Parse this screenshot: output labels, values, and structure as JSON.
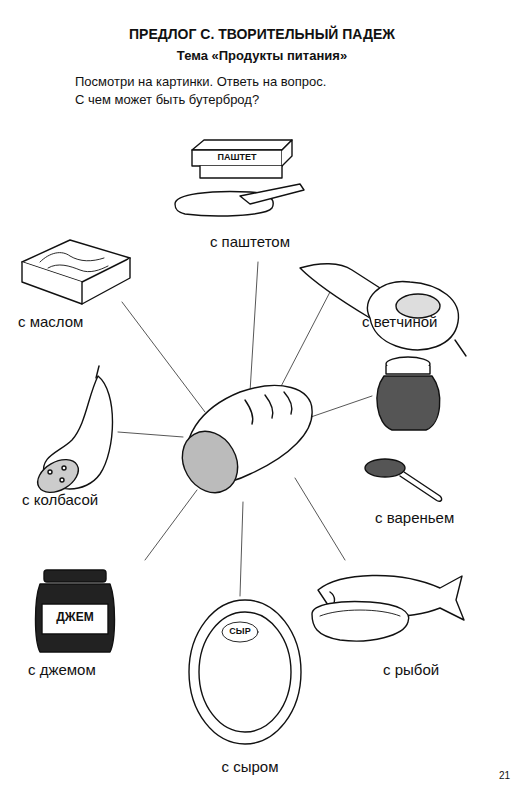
{
  "diagram": {
    "title": "ПРЕДЛОГ С. ТВОРИТЕЛЬНЫЙ ПАДЕЖ",
    "labels": [
      "Тема «Продукты питания»",
      "Посмотри на картинки. Ответь на вопрос.",
      "С чем может быть бутерброд?",
      "ПАШТЕТ",
      "с паштетом",
      "с маслом",
      "с ветчиной",
      "с колбасой",
      "с вареньем",
      "ДЖЕМ",
      "с джемом",
      "с рыбой",
      "СЫР",
      "с сыром",
      "21"
    ]
  }
}
